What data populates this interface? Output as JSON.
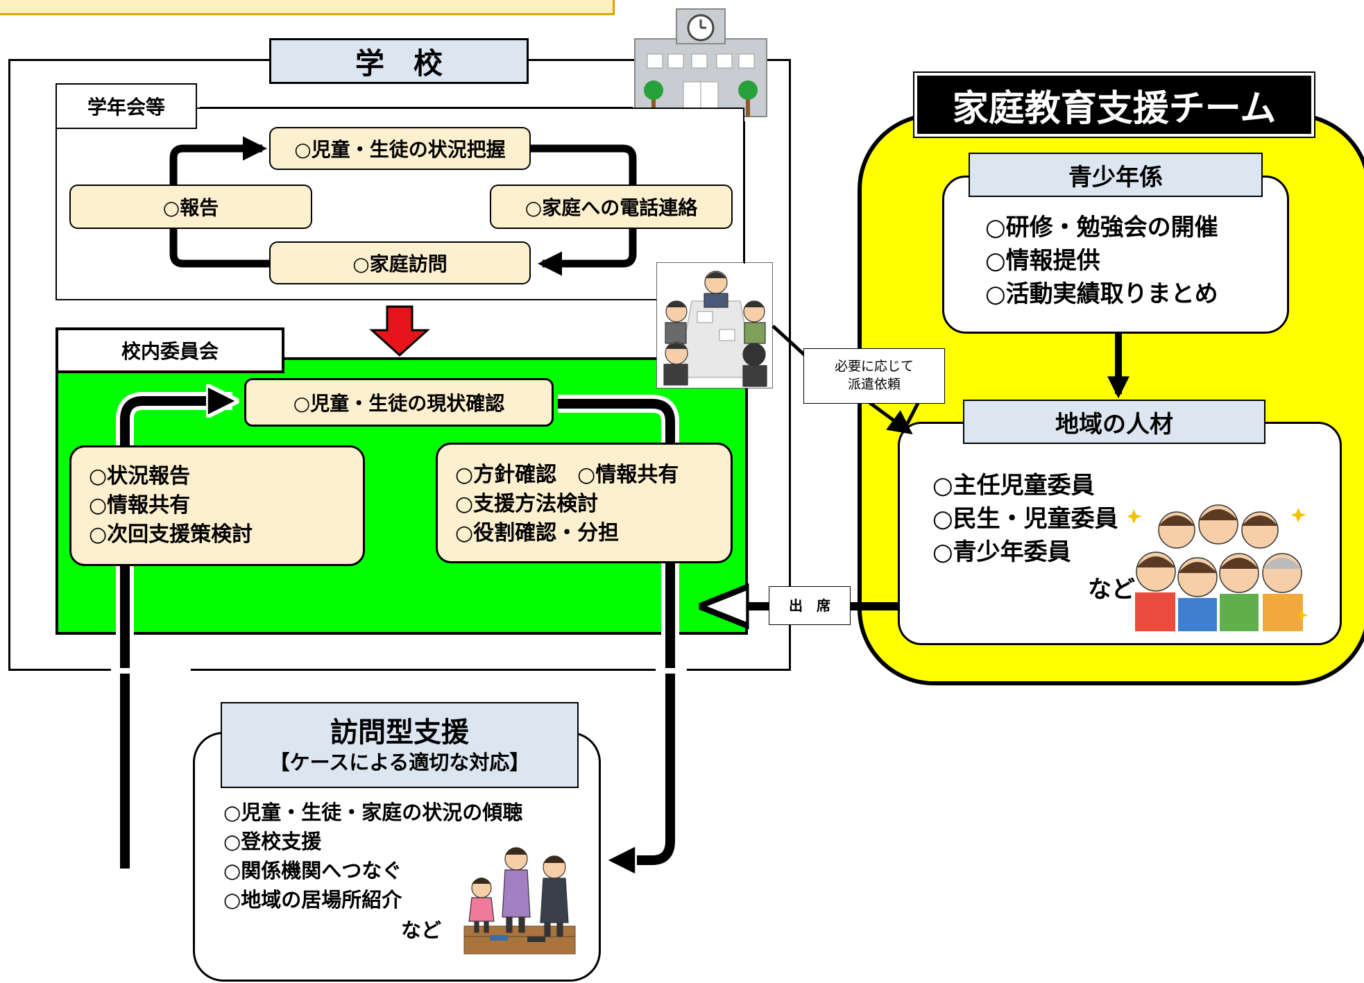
{
  "school": {
    "title": "学　校"
  },
  "grade_meeting": {
    "label": "学年会等",
    "steps": [
      "○児童・生徒の状況把握",
      "○報告",
      "○家庭への電話連絡",
      "○家庭訪問"
    ]
  },
  "committee": {
    "label": "校内委員会",
    "top": "○児童・生徒の現状確認",
    "left_items": [
      "○状況報告",
      "○情報共有",
      "○次回支援策検討"
    ],
    "right_items": [
      "○方針確認　○情報共有",
      "○支援方法検討",
      "○役割確認・分担"
    ]
  },
  "visit": {
    "title": "訪問型支援",
    "subtitle": "【ケースによる適切な対応】",
    "items": [
      "○児童・生徒・家庭の状況の傾聴",
      "○登校支援",
      "○関係機関へつなぐ",
      "○地域の居場所紹介"
    ],
    "etc": "など"
  },
  "team": {
    "title": "家庭教育支援チーム",
    "youth_section": {
      "title": "青少年係",
      "items": [
        "○研修・勉強会の開催",
        "○情報提供",
        "○活動実績取りまとめ"
      ]
    },
    "community": {
      "title": "地域の人材",
      "items": [
        "○主任児童委員",
        "○民生・児童委員",
        "○青少年委員"
      ],
      "etc": "など"
    }
  },
  "notes": {
    "dispatch_line1": "必要に応じて",
    "dispatch_line2": "派遣依頼",
    "attend": "出　席"
  },
  "colors": {
    "green": "#00ff00",
    "yellow": "#ffff00",
    "pill": "#fdf0cf",
    "header_blue": "#dce6f1",
    "red_arrow": "#e8141c",
    "top_banner": "#fff0c0"
  },
  "icons": [
    "school-building-icon",
    "meeting-illustration",
    "crowd-illustration",
    "home-visit-illustration"
  ]
}
